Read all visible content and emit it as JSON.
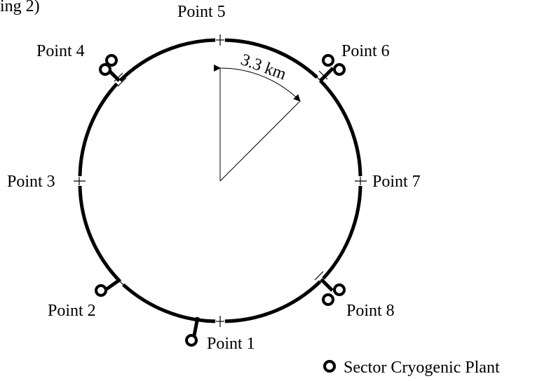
{
  "diagram": {
    "partial_caption": "ing 2)",
    "points": [
      {
        "id": "point-1",
        "label": "Point 1"
      },
      {
        "id": "point-2",
        "label": "Point 2"
      },
      {
        "id": "point-3",
        "label": "Point 3"
      },
      {
        "id": "point-4",
        "label": "Point 4"
      },
      {
        "id": "point-5",
        "label": "Point 5"
      },
      {
        "id": "point-6",
        "label": "Point 6"
      },
      {
        "id": "point-7",
        "label": "Point 7"
      },
      {
        "id": "point-8",
        "label": "Point 8"
      }
    ],
    "sector_length": "3.3 km",
    "legend": {
      "label": "Sector Cryogenic Plant",
      "symbol": "cryogenic-plant-icon"
    },
    "colors": {
      "line": "#000000",
      "background": "#ffffff"
    }
  }
}
